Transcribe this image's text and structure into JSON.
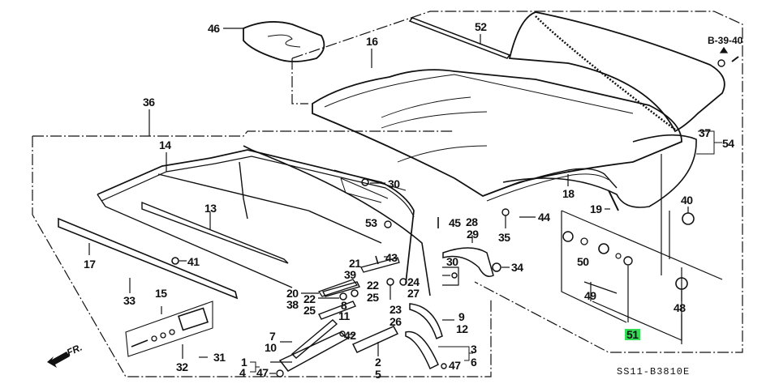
{
  "diagram": {
    "title": "Convertible soft top assembly parts diagram",
    "diagram_code": "SS11-B3810E",
    "direction_marker": "FR.",
    "reference_label": "B-39-40",
    "highlighted_part": "51",
    "highlight_color": "#33dd55",
    "line_color": "#111111"
  },
  "callouts": [
    {
      "id": "c46",
      "text": "46"
    },
    {
      "id": "c16",
      "text": "16"
    },
    {
      "id": "c52",
      "text": "52"
    },
    {
      "id": "c36",
      "text": "36"
    },
    {
      "id": "c14",
      "text": "14"
    },
    {
      "id": "c13",
      "text": "13"
    },
    {
      "id": "c17",
      "text": "17"
    },
    {
      "id": "c30a",
      "text": "30"
    },
    {
      "id": "c53",
      "text": "53"
    },
    {
      "id": "c45",
      "text": "45"
    },
    {
      "id": "c28",
      "text": "28"
    },
    {
      "id": "c29",
      "text": "29"
    },
    {
      "id": "c35",
      "text": "35"
    },
    {
      "id": "c44",
      "text": "44"
    },
    {
      "id": "c18",
      "text": "18"
    },
    {
      "id": "c19",
      "text": "19"
    },
    {
      "id": "c37",
      "text": "37"
    },
    {
      "id": "c54",
      "text": "54"
    },
    {
      "id": "c40",
      "text": "40"
    },
    {
      "id": "c41",
      "text": "41"
    },
    {
      "id": "c33",
      "text": "33"
    },
    {
      "id": "c15",
      "text": "15"
    },
    {
      "id": "c31",
      "text": "31"
    },
    {
      "id": "c32",
      "text": "32"
    },
    {
      "id": "c1",
      "text": "1"
    },
    {
      "id": "c4",
      "text": "4"
    },
    {
      "id": "c47a",
      "text": "47"
    },
    {
      "id": "c43",
      "text": "43"
    },
    {
      "id": "c21",
      "text": "21"
    },
    {
      "id": "c39",
      "text": "39"
    },
    {
      "id": "c22a",
      "text": "22"
    },
    {
      "id": "c25a",
      "text": "25"
    },
    {
      "id": "c20",
      "text": "20"
    },
    {
      "id": "c38",
      "text": "38"
    },
    {
      "id": "c22b",
      "text": "22"
    },
    {
      "id": "c25b",
      "text": "25"
    },
    {
      "id": "c8",
      "text": "8"
    },
    {
      "id": "c11",
      "text": "11"
    },
    {
      "id": "c23",
      "text": "23"
    },
    {
      "id": "c26",
      "text": "26"
    },
    {
      "id": "c24",
      "text": "24"
    },
    {
      "id": "c27",
      "text": "27"
    },
    {
      "id": "c30b",
      "text": "30"
    },
    {
      "id": "c34",
      "text": "34"
    },
    {
      "id": "c7",
      "text": "7"
    },
    {
      "id": "c10",
      "text": "10"
    },
    {
      "id": "c42",
      "text": "42"
    },
    {
      "id": "c2",
      "text": "2"
    },
    {
      "id": "c5",
      "text": "5"
    },
    {
      "id": "c9",
      "text": "9"
    },
    {
      "id": "c12",
      "text": "12"
    },
    {
      "id": "c3",
      "text": "3"
    },
    {
      "id": "c6",
      "text": "6"
    },
    {
      "id": "c47b",
      "text": "47"
    },
    {
      "id": "c50",
      "text": "50"
    },
    {
      "id": "c49",
      "text": "49"
    },
    {
      "id": "c51",
      "text": "51"
    },
    {
      "id": "c48",
      "text": "48"
    }
  ]
}
